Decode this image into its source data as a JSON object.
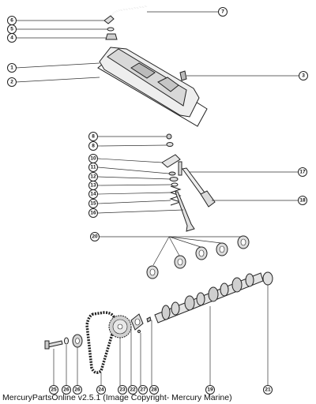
{
  "callouts": [
    {
      "id": "c1",
      "label": "1"
    },
    {
      "id": "c2",
      "label": "2"
    },
    {
      "id": "c3",
      "label": "3"
    },
    {
      "id": "c4",
      "label": "4"
    },
    {
      "id": "c5",
      "label": "5"
    },
    {
      "id": "c6",
      "label": "6"
    },
    {
      "id": "c7",
      "label": "7"
    },
    {
      "id": "c8a",
      "label": "8"
    },
    {
      "id": "c8b",
      "label": "8"
    },
    {
      "id": "c10",
      "label": "10"
    },
    {
      "id": "c11",
      "label": "11"
    },
    {
      "id": "c12",
      "label": "12"
    },
    {
      "id": "c13",
      "label": "13"
    },
    {
      "id": "c14",
      "label": "14"
    },
    {
      "id": "c15",
      "label": "15"
    },
    {
      "id": "c16",
      "label": "16"
    },
    {
      "id": "c17",
      "label": "17"
    },
    {
      "id": "c18",
      "label": "18"
    },
    {
      "id": "c20",
      "label": "20"
    },
    {
      "id": "c25",
      "label": "25"
    },
    {
      "id": "c26",
      "label": "26"
    },
    {
      "id": "c26b",
      "label": "26"
    },
    {
      "id": "c24",
      "label": "24"
    },
    {
      "id": "c23",
      "label": "23"
    },
    {
      "id": "c22",
      "label": "22"
    },
    {
      "id": "c27",
      "label": "27"
    },
    {
      "id": "c28",
      "label": "28"
    },
    {
      "id": "c19",
      "label": "19"
    },
    {
      "id": "c21",
      "label": "21"
    }
  ],
  "caption": "MercuryPartsOnline v2.5.1 (Image Copyright- Mercury Marine)"
}
